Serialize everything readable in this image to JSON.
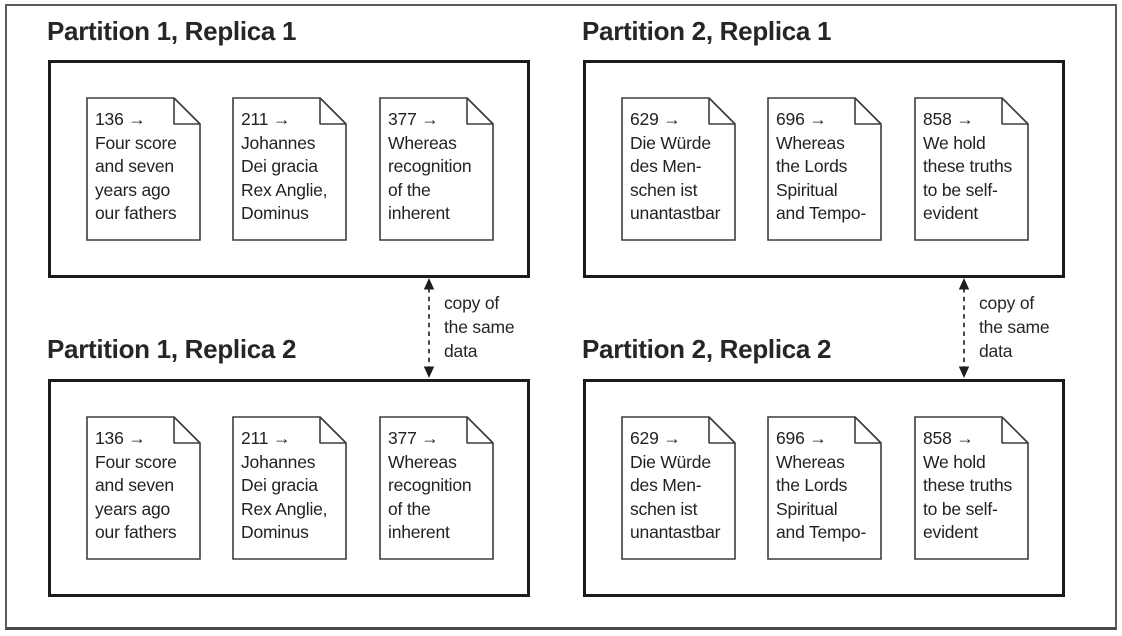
{
  "figure": {
    "panels": [
      {
        "title": "Partition 1, Replica 1",
        "documents": [
          {
            "lines": [
              "136 →",
              "Four score",
              "and seven",
              "years ago",
              "our fathers"
            ]
          },
          {
            "lines": [
              "211 →",
              "Johannes",
              "Dei gracia",
              "Rex Anglie,",
              "Dominus"
            ]
          },
          {
            "lines": [
              "377 →",
              "Whereas",
              "recognition",
              "of the",
              "inherent"
            ]
          }
        ]
      },
      {
        "title": "Partition 2, Replica 1",
        "documents": [
          {
            "lines": [
              "629 →",
              "Die Würde",
              "des Men-",
              "schen ist",
              "unantastbar"
            ]
          },
          {
            "lines": [
              "696 →",
              "Whereas",
              "the Lords",
              "Spiritual",
              "and Tempo-"
            ]
          },
          {
            "lines": [
              "858 →",
              "We hold",
              "these truths",
              "to be self-",
              "evident"
            ]
          }
        ]
      },
      {
        "title": "Partition 1, Replica 2",
        "documents": [
          {
            "lines": [
              "136 →",
              "Four score",
              "and seven",
              "years ago",
              "our fathers"
            ]
          },
          {
            "lines": [
              "211 →",
              "Johannes",
              "Dei gracia",
              "Rex Anglie,",
              "Dominus"
            ]
          },
          {
            "lines": [
              "377 →",
              "Whereas",
              "recognition",
              "of the",
              "inherent"
            ]
          }
        ]
      },
      {
        "title": "Partition 2, Replica 2",
        "documents": [
          {
            "lines": [
              "629 →",
              "Die Würde",
              "des Men-",
              "schen ist",
              "unantastbar"
            ]
          },
          {
            "lines": [
              "696 →",
              "Whereas",
              "the Lords",
              "Spiritual",
              "and Tempo-"
            ]
          },
          {
            "lines": [
              "858 →",
              "We hold",
              "these truths",
              "to be self-",
              "evident"
            ]
          }
        ]
      }
    ],
    "links": [
      {
        "label_lines": [
          "copy of",
          "the same",
          "data"
        ]
      },
      {
        "label_lines": [
          "copy of",
          "the same",
          "data"
        ]
      }
    ],
    "icons": {
      "document": "document-page-with-folded-corner",
      "replication": "double-headed-dashed-arrow"
    },
    "colors": {
      "background": "#ffffff",
      "frame_border": "#595a5c",
      "panel_border": "#1b1b1b",
      "document_border": "#3d3d3d",
      "text": "#222222"
    }
  }
}
